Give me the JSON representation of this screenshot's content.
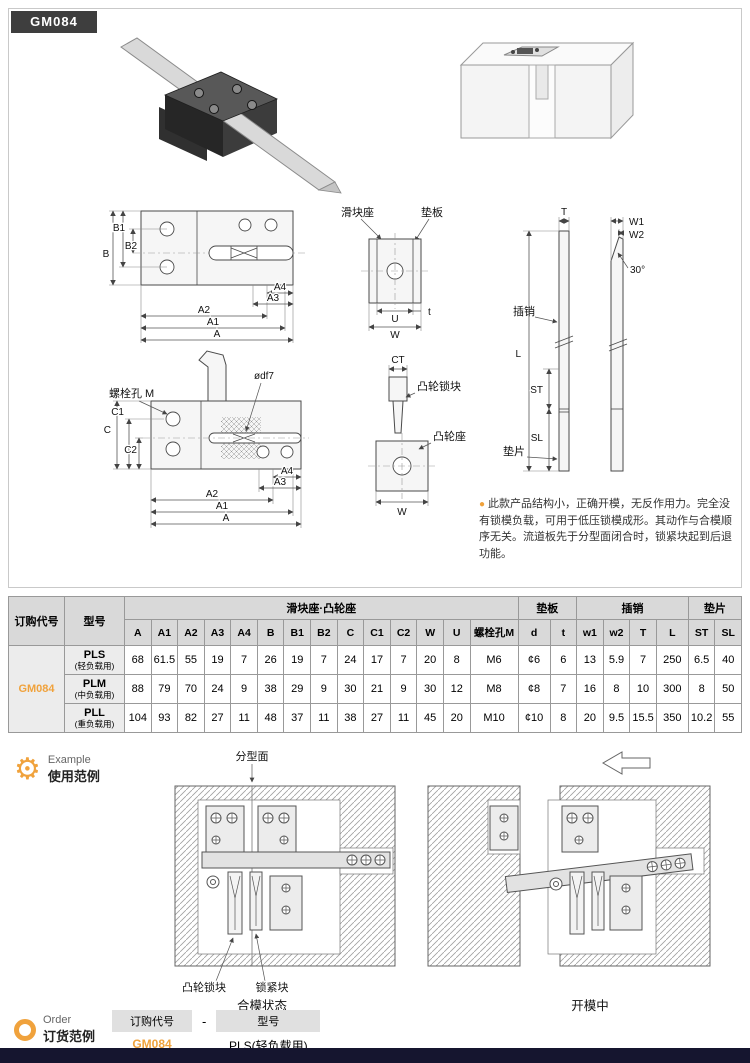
{
  "page": {
    "part_number": "GM084",
    "accent_color": "#f0a23c",
    "footer_color": "#15152f"
  },
  "drawing": {
    "labels": {
      "slider_seat": "滑块座",
      "plate": "垫板",
      "pin": "插销",
      "shim": "垫片",
      "cam_lock": "凸轮锁块",
      "cam_seat": "凸轮座",
      "bolt_hole": "螺栓孔 M",
      "slot_dia": "ødf7",
      "angle": "30°"
    },
    "dims": {
      "A": "A",
      "A1": "A1",
      "A2": "A2",
      "A3": "A3",
      "A4": "A4",
      "B": "B",
      "B1": "B1",
      "B2": "B2",
      "C": "C",
      "C1": "C1",
      "C2": "C2",
      "W": "W",
      "U": "U",
      "t": "t",
      "T": "T",
      "W1": "W1",
      "W2": "W2",
      "L": "L",
      "ST": "ST",
      "SL": "SL",
      "CT": "CT"
    },
    "note": {
      "bullet": "●",
      "text": "此款产品结构小，正确开模，无反作用力。完全没有锁模负载，可用于低压锁模成形。其动作与合模顺序无关。流道板先于分型面闭合时，锁紧块起到后退功能。"
    }
  },
  "table": {
    "order_code_header": "订购代号",
    "model_header": "型号",
    "groups": {
      "slider_cam": "滑块座·凸轮座",
      "plate": "垫板",
      "pin": "插销",
      "shim": "垫片"
    },
    "columns": [
      "A",
      "A1",
      "A2",
      "A3",
      "A4",
      "B",
      "B1",
      "B2",
      "C",
      "C1",
      "C2",
      "W",
      "U",
      "螺栓孔M",
      "d",
      "t",
      "w1",
      "w2",
      "T",
      "L",
      "ST",
      "SL"
    ],
    "order_code": "GM084",
    "rows": [
      {
        "model": "PLS",
        "note": "(轻负载用)",
        "values": [
          "68",
          "61.5",
          "55",
          "19",
          "7",
          "26",
          "19",
          "7",
          "24",
          "17",
          "7",
          "20",
          "8",
          "M6",
          "¢6",
          "6",
          "13",
          "5.9",
          "7",
          "250",
          "6.5",
          "40"
        ]
      },
      {
        "model": "PLM",
        "note": "(中负载用)",
        "values": [
          "88",
          "79",
          "70",
          "24",
          "9",
          "38",
          "29",
          "9",
          "30",
          "21",
          "9",
          "30",
          "12",
          "M8",
          "¢8",
          "7",
          "16",
          "8",
          "10",
          "300",
          "8",
          "50"
        ]
      },
      {
        "model": "PLL",
        "note": "(重负载用)",
        "values": [
          "104",
          "93",
          "82",
          "27",
          "11",
          "48",
          "37",
          "11",
          "38",
          "27",
          "11",
          "45",
          "20",
          "M10",
          "¢10",
          "8",
          "20",
          "9.5",
          "15.5",
          "350",
          "10.2",
          "55"
        ]
      }
    ]
  },
  "example": {
    "title_en": "Example",
    "title_cn": "使用范例",
    "parting_label": "分型面",
    "cam_lock_label": "凸轮锁块",
    "lock_block_label": "锁紧块",
    "closed_caption": "合模状态",
    "opening_caption": "开模中"
  },
  "order": {
    "title_en": "Order",
    "title_cn": "订货范例",
    "code_label": "订购代号",
    "code_value": "GM084",
    "separator": "-",
    "model_label": "型号",
    "model_value": "PLS(轻负载用)"
  }
}
